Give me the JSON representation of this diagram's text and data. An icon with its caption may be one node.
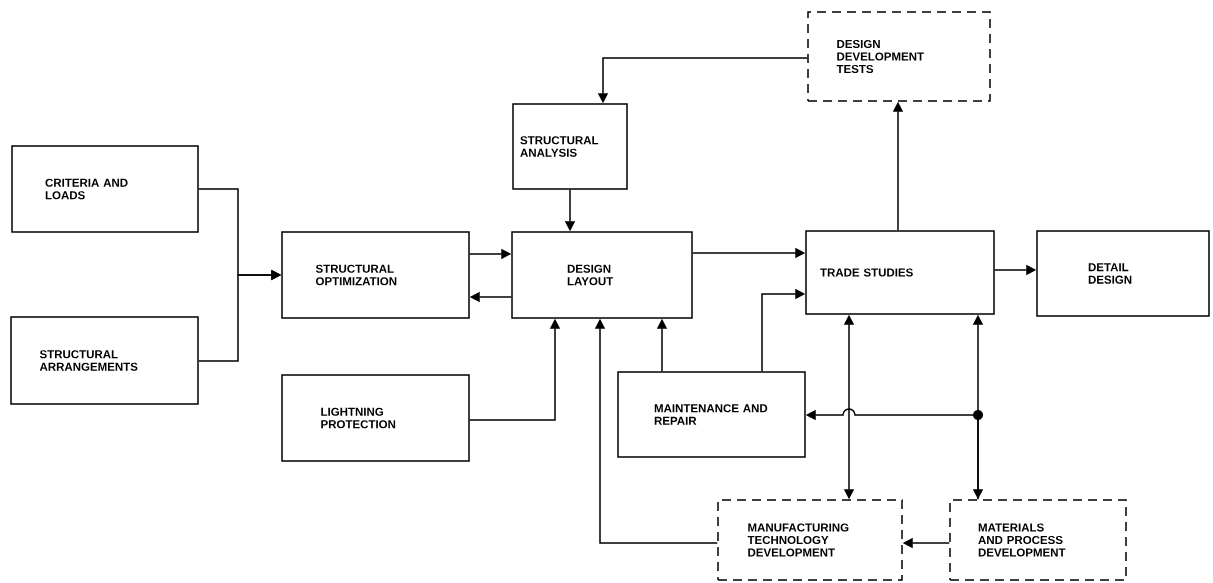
{
  "diagram": {
    "nodes": [
      {
        "text": [
          "CRITERIA AND LOADS"
        ]
      },
      {
        "text": [
          "STRUCTURAL ARRANGEMENTS"
        ]
      },
      {
        "text": [
          "STRUCTURAL OPTIMIZATION"
        ]
      },
      {
        "text": [
          "STRUCTURAL ANALYSIS"
        ]
      },
      {
        "text": [
          "DESIGN LAYOUT"
        ]
      },
      {
        "text": [
          "DESIGN DEVELOPMENT TESTS"
        ]
      },
      {
        "text": [
          "TRADE STUDIES"
        ]
      },
      {
        "text": [
          "DETAIL DESIGN"
        ]
      },
      {
        "text": [
          "LIGHTNING PROTECTION"
        ]
      },
      {
        "text": [
          "MAINTENANCE AND REPAIR"
        ]
      },
      {
        "text": [
          "MANUFACTURING TECHNOLOGY DEVELOPMENT"
        ]
      },
      {
        "text": [
          "MATERIALS AND PROCESS DEVELOPMENT"
        ]
      }
    ],
    "edges": [
      {
        "from": 0,
        "to": 2,
        "arrow": "to"
      },
      {
        "from": 1,
        "to": 2,
        "arrow": "to"
      },
      {
        "from": 2,
        "to": 4,
        "arrow": "to"
      },
      {
        "from": 4,
        "to": 2,
        "arrow": "to"
      },
      {
        "from": 5,
        "to": 3,
        "arrow": "to"
      },
      {
        "from": 3,
        "to": 4,
        "arrow": "to"
      },
      {
        "from": 4,
        "to": 6,
        "arrow": "to"
      },
      {
        "from": 6,
        "to": 7,
        "arrow": "to"
      },
      {
        "from": 6,
        "to": 5,
        "arrow": "to"
      },
      {
        "from": 8,
        "to": 4,
        "arrow": "to"
      },
      {
        "from": 9,
        "to": 4,
        "arrow": "to"
      },
      {
        "from": 9,
        "to": 6,
        "arrow": "to"
      },
      {
        "from": 10,
        "to": 4,
        "arrow": "to"
      },
      {
        "from": 6,
        "to": 10,
        "arrow": "both"
      },
      {
        "from": 6,
        "to": 11,
        "arrow": "both"
      },
      {
        "from": 11,
        "to": 9,
        "arrow": "to"
      },
      {
        "from": 11,
        "to": 10,
        "arrow": "to"
      }
    ]
  }
}
